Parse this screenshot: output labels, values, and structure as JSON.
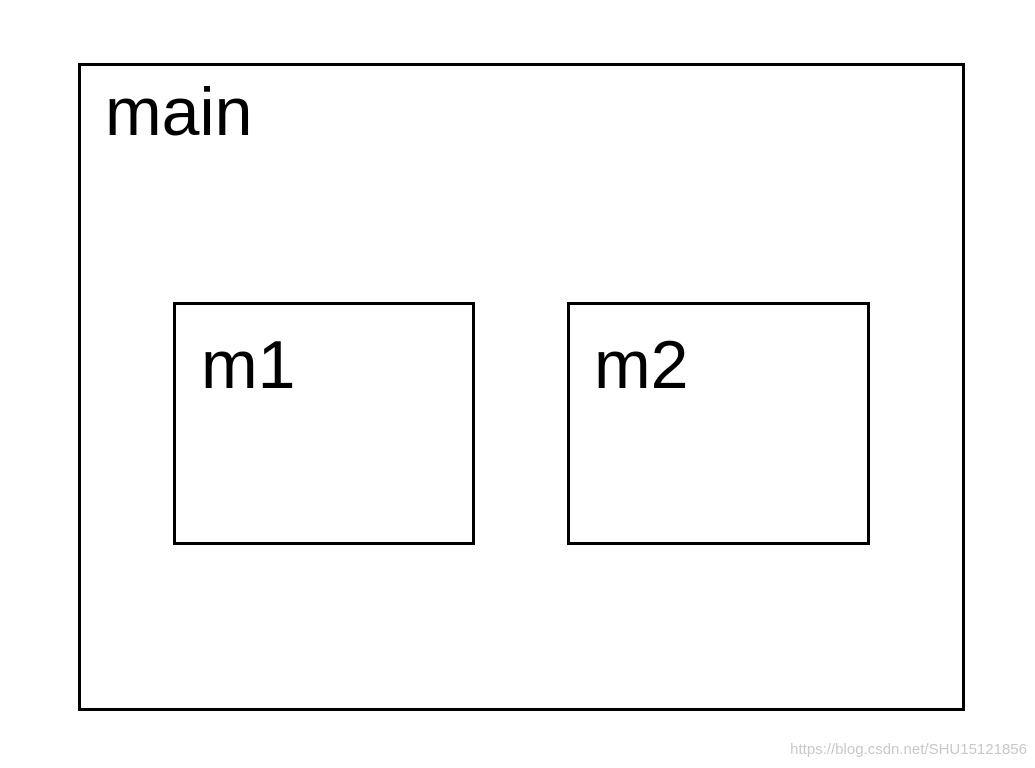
{
  "diagram": {
    "outer_box": {
      "label": "main"
    },
    "inner_boxes": [
      {
        "label": "m1"
      },
      {
        "label": "m2"
      }
    ]
  },
  "watermark": "https://blog.csdn.net/SHU15121856",
  "colors": {
    "stroke": "#000000",
    "background": "#ffffff",
    "watermark": "#c8c8c8"
  }
}
